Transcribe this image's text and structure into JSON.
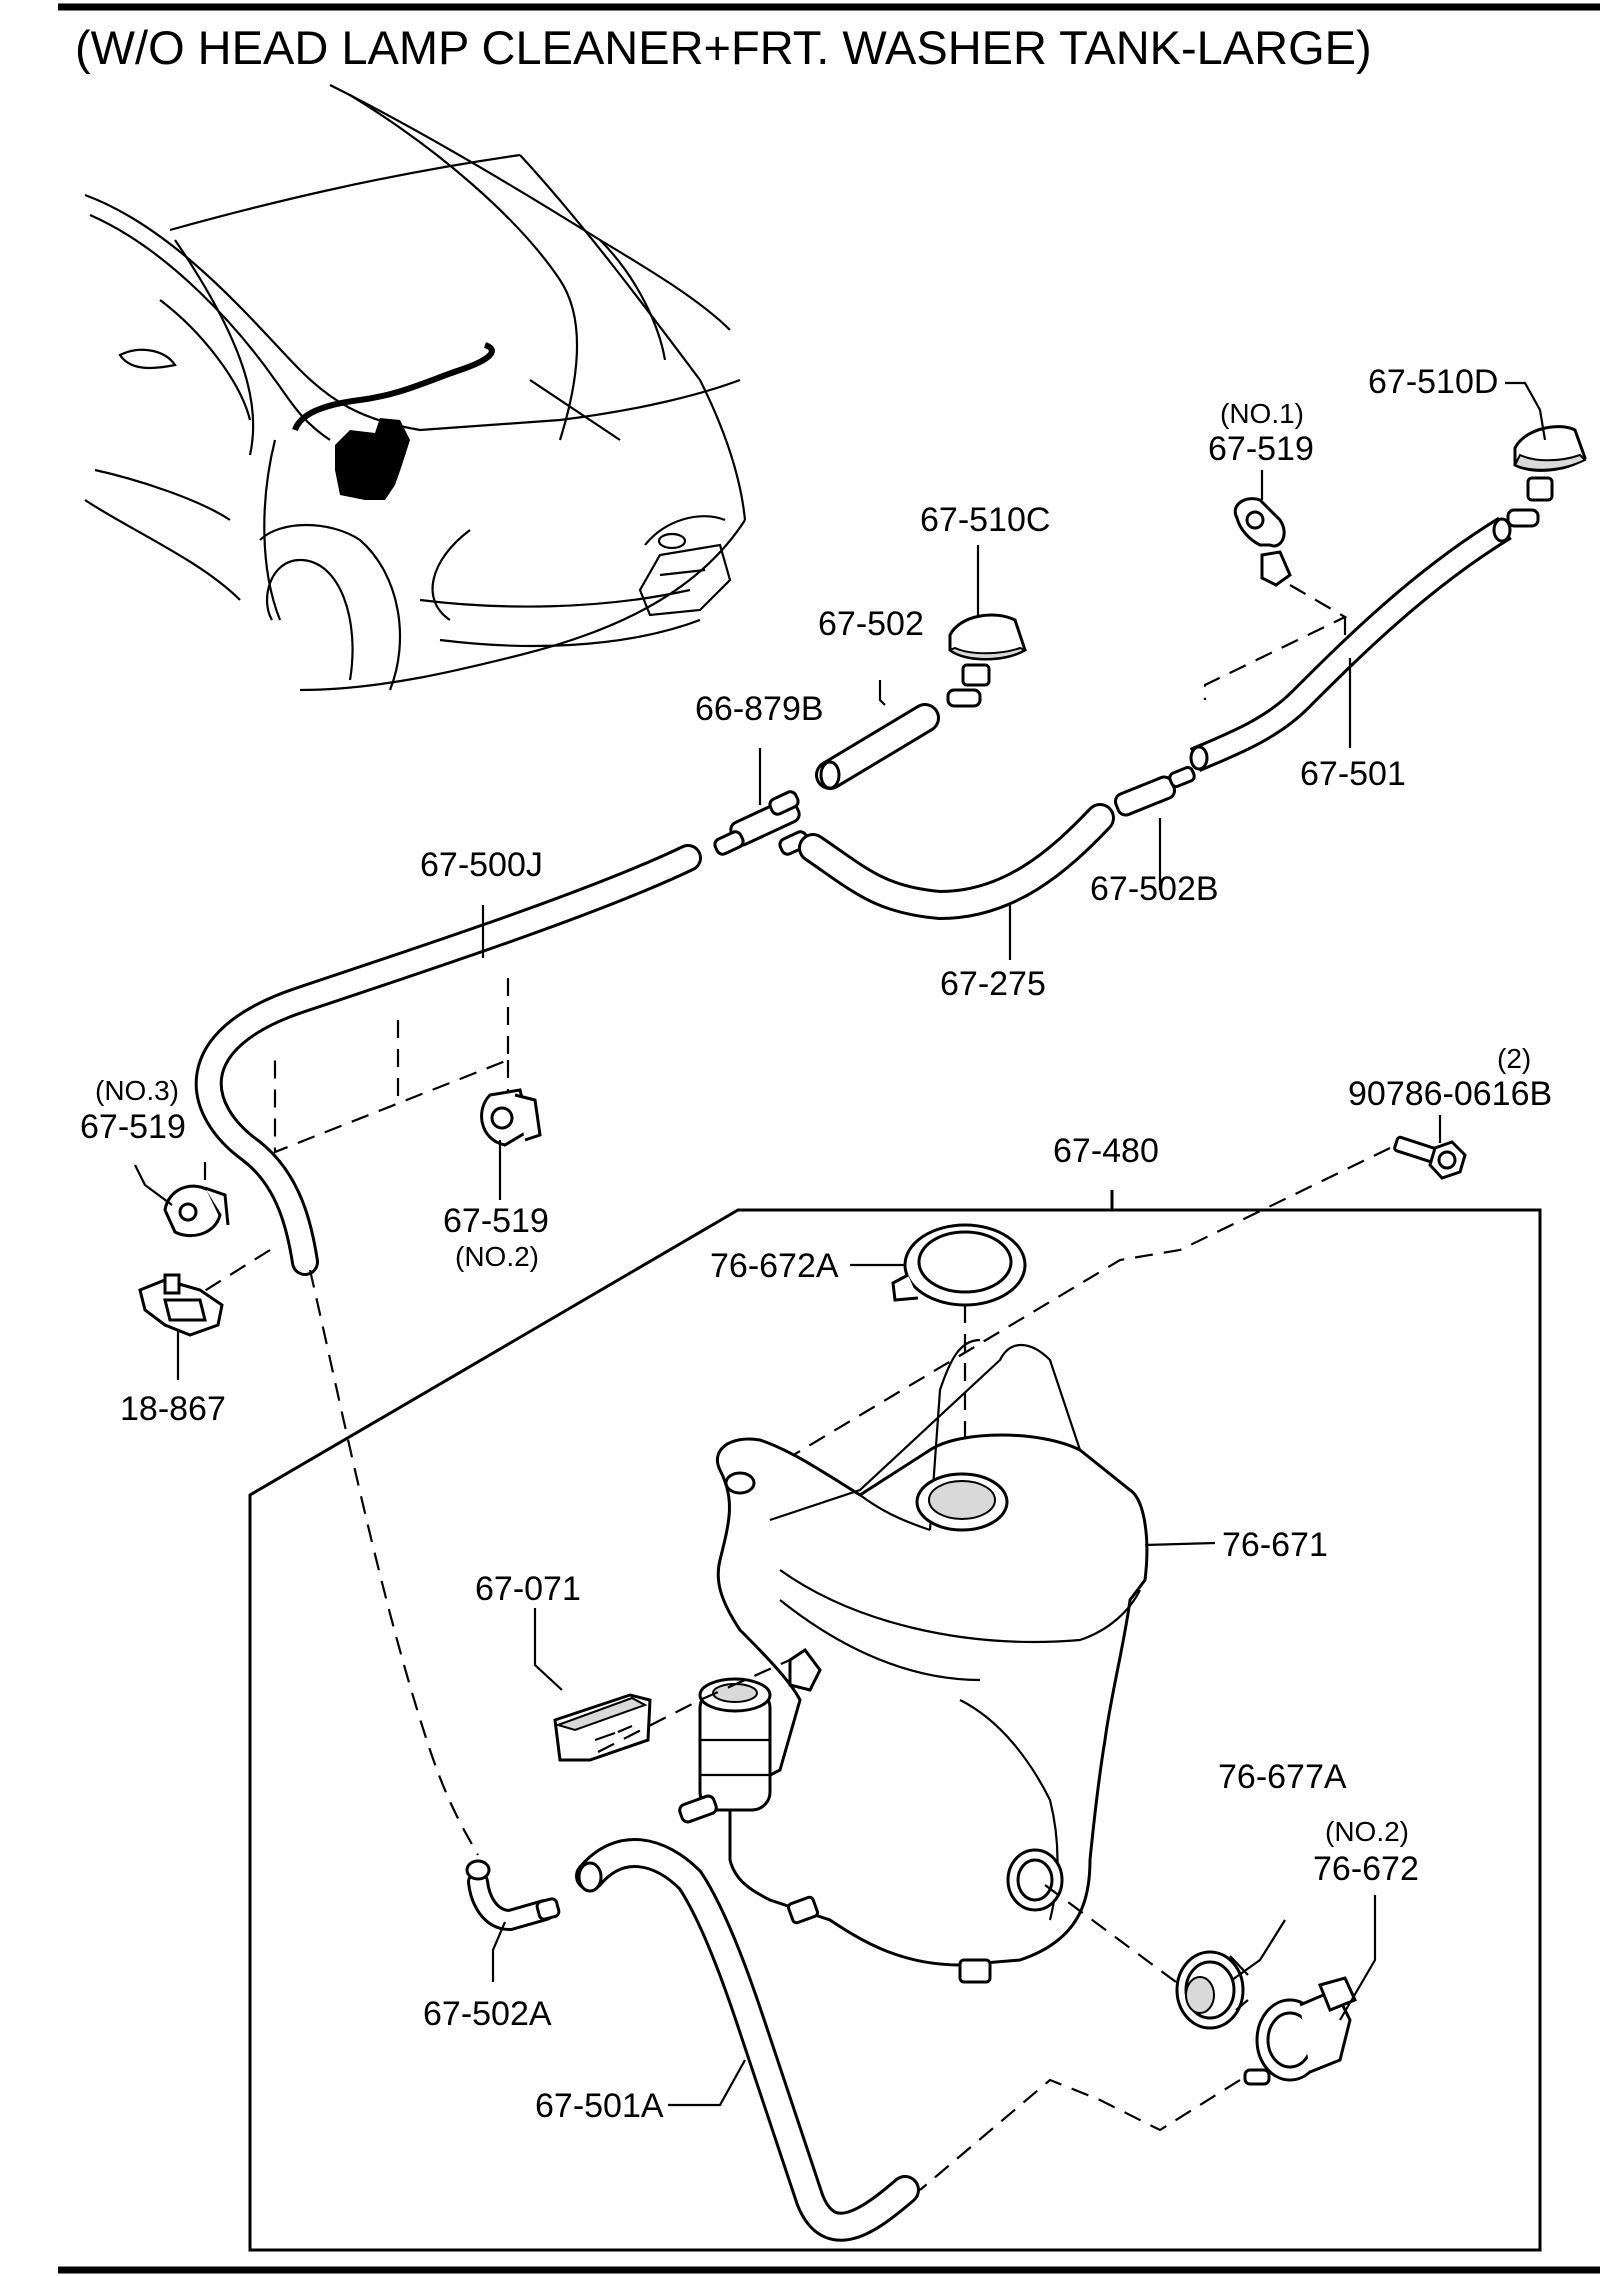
{
  "title": "(W/O HEAD LAMP CLEANER+FRT. WASHER TANK-LARGE)",
  "parts": [
    {
      "id": "p_67_510D",
      "part_no": "67-510D",
      "note": ""
    },
    {
      "id": "p_67_519_no1",
      "part_no": "67-519",
      "note": "(NO.1)"
    },
    {
      "id": "p_67_510C",
      "part_no": "67-510C",
      "note": ""
    },
    {
      "id": "p_67_502",
      "part_no": "67-502",
      "note": ""
    },
    {
      "id": "p_66_879B",
      "part_no": "66-879B",
      "note": ""
    },
    {
      "id": "p_67_501",
      "part_no": "67-501",
      "note": ""
    },
    {
      "id": "p_67_502B",
      "part_no": "67-502B",
      "note": ""
    },
    {
      "id": "p_67_275",
      "part_no": "67-275",
      "note": ""
    },
    {
      "id": "p_67_500J",
      "part_no": "67-500J",
      "note": ""
    },
    {
      "id": "p_67_519_no3",
      "part_no": "67-519",
      "note": "(NO.3)"
    },
    {
      "id": "p_67_519_no2",
      "part_no": "67-519",
      "note": "(NO.2)"
    },
    {
      "id": "p_18_867",
      "part_no": "18-867",
      "note": ""
    },
    {
      "id": "p_90786_0616B",
      "part_no": "90786-0616B",
      "note": "(2)"
    },
    {
      "id": "p_67_480",
      "part_no": "67-480",
      "note": ""
    },
    {
      "id": "p_76_672A",
      "part_no": "76-672A",
      "note": ""
    },
    {
      "id": "p_76_671",
      "part_no": "76-671",
      "note": ""
    },
    {
      "id": "p_67_071",
      "part_no": "67-071",
      "note": ""
    },
    {
      "id": "p_76_677A",
      "part_no": "76-677A",
      "note": ""
    },
    {
      "id": "p_76_672_no2",
      "part_no": "76-672",
      "note": "(NO.2)"
    },
    {
      "id": "p_67_502A",
      "part_no": "67-502A",
      "note": ""
    },
    {
      "id": "p_67_501A",
      "part_no": "67-501A",
      "note": ""
    }
  ]
}
